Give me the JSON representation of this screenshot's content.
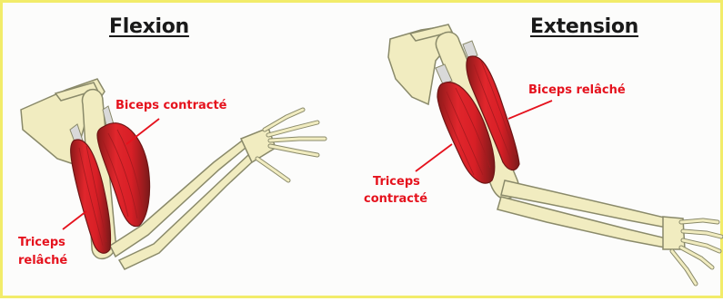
{
  "panels": {
    "flexion": {
      "title": "Flexion",
      "biceps_label": "Biceps contracté",
      "triceps_label_line1": "Triceps",
      "triceps_label_line2": "relâché"
    },
    "extension": {
      "title": "Extension",
      "biceps_label": "Biceps relâché",
      "triceps_label_line1": "Triceps",
      "triceps_label_line2": "contracté"
    }
  },
  "colors": {
    "frame": "#f2ec6a",
    "bone_fill": "#f1ecc0",
    "bone_stroke": "#8a8a6a",
    "muscle": "#d81f26",
    "muscle_dark": "#7a1a1a",
    "tendon": "#d9d9d9",
    "label": "#e5121d"
  }
}
